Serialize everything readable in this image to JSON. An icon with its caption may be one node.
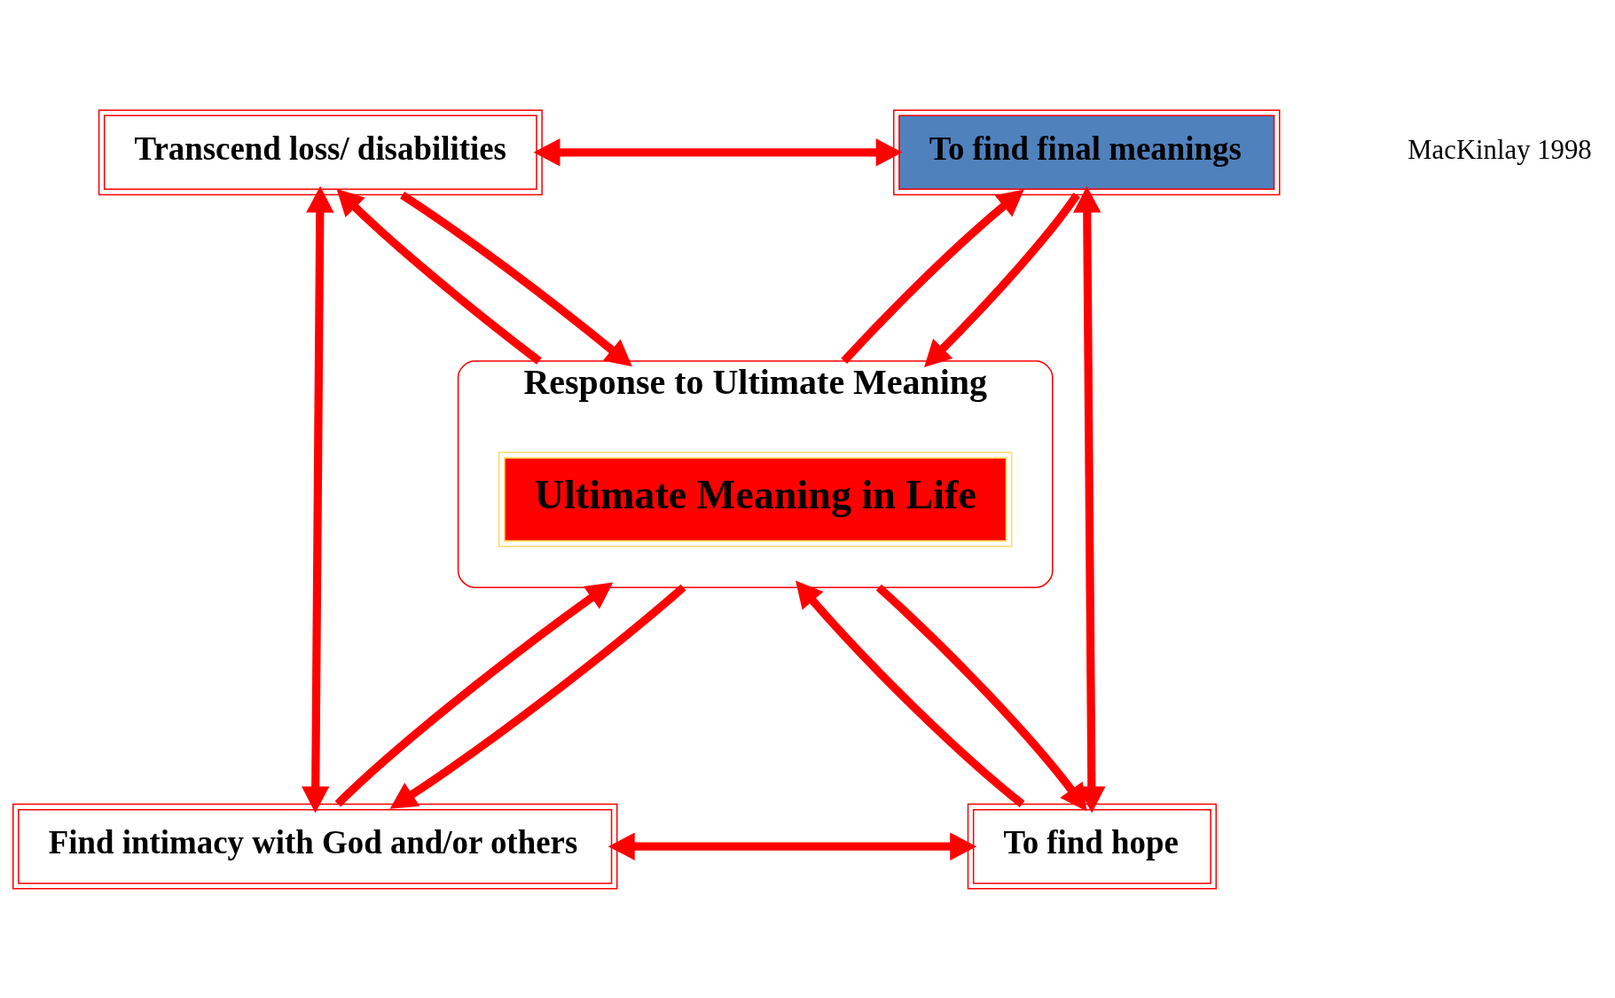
{
  "diagram": {
    "nodes": [
      {
        "text": [
          "Transcend loss/ disabilities"
        ]
      },
      {
        "text": [
          "To find final meanings"
        ]
      },
      {
        "text": [
          "Response to Ultimate Meaning"
        ]
      },
      {
        "text": [
          "Ultimate Meaning in Life"
        ],
        "in": 2
      },
      {
        "text": [
          "Find intimacy with God and/or others"
        ]
      },
      {
        "text": [
          "To find hope"
        ]
      }
    ],
    "edges": [
      {
        "from": 0,
        "to": 1,
        "arrow": "both",
        "color": "#ff0000"
      },
      {
        "from": 1,
        "to": 5,
        "arrow": "both",
        "color": "#ff0000"
      },
      {
        "from": 4,
        "to": 5,
        "arrow": "both",
        "color": "#ff0000"
      },
      {
        "from": 0,
        "to": 4,
        "arrow": "both",
        "color": "#ff0000"
      },
      {
        "from": 2,
        "to": 0,
        "arrow": "to",
        "color": "#ff0000"
      },
      {
        "from": 0,
        "to": 2,
        "arrow": "to",
        "color": "#ff0000"
      },
      {
        "from": 2,
        "to": 1,
        "arrow": "to",
        "color": "#ff0000"
      },
      {
        "from": 1,
        "to": 2,
        "arrow": "to",
        "color": "#ff0000"
      },
      {
        "from": 4,
        "to": 2,
        "arrow": "to",
        "color": "#ff0000"
      },
      {
        "from": 2,
        "to": 4,
        "arrow": "to",
        "color": "#ff0000"
      },
      {
        "from": 5,
        "to": 2,
        "arrow": "to",
        "color": "#ff0000"
      },
      {
        "from": 2,
        "to": 5,
        "arrow": "to",
        "color": "#ff0000"
      }
    ],
    "labels": [
      "MacKinlay 1998"
    ]
  }
}
